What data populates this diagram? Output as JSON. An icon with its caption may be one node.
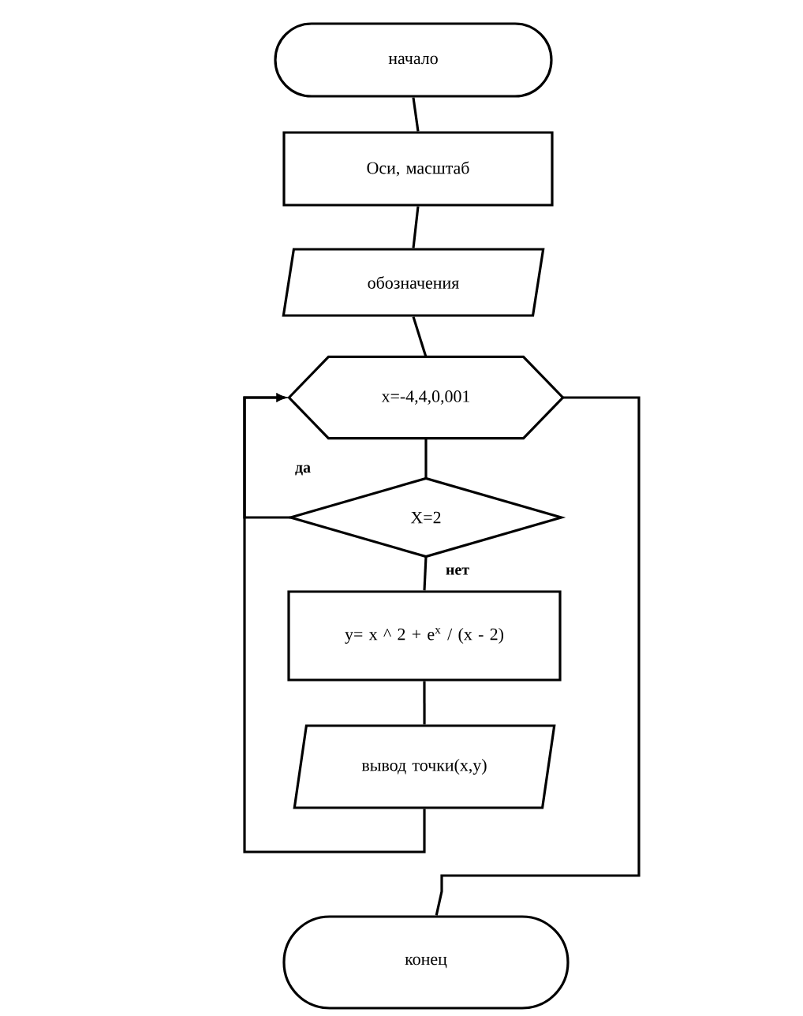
{
  "diagram": {
    "nodes": [
      {
        "text": [
          "начало"
        ]
      },
      {
        "text": [
          "Оси, масштаб"
        ]
      },
      {
        "text": [
          "обозначения"
        ]
      },
      {
        "text": [
          "x=-4,4,0,001"
        ]
      },
      {
        "text": [
          "X=2"
        ]
      },
      {
        "text": [
          "y= x ^ 2 + e$^{x}$ / (x - 2)"
        ]
      },
      {
        "text": [
          "вывод точки(x,y)"
        ]
      },
      {
        "text": [
          "конец"
        ]
      }
    ],
    "edges": [
      {
        "from": 0,
        "to": 1,
        "arrow": "none"
      },
      {
        "from": 1,
        "to": 2,
        "arrow": "none"
      },
      {
        "from": 2,
        "to": 3,
        "arrow": "none"
      },
      {
        "from": 3,
        "to": 4,
        "arrow": "none"
      },
      {
        "from": 4,
        "to": 5,
        "arrow": "none",
        "label": "нет"
      },
      {
        "from": 4,
        "to": 3,
        "arrow": "to",
        "label": "да"
      },
      {
        "from": 6,
        "to": 3,
        "arrow": "to"
      },
      {
        "from": 5,
        "to": 6,
        "arrow": "none"
      },
      {
        "from": 3,
        "to": 7,
        "arrow": "none"
      }
    ]
  }
}
